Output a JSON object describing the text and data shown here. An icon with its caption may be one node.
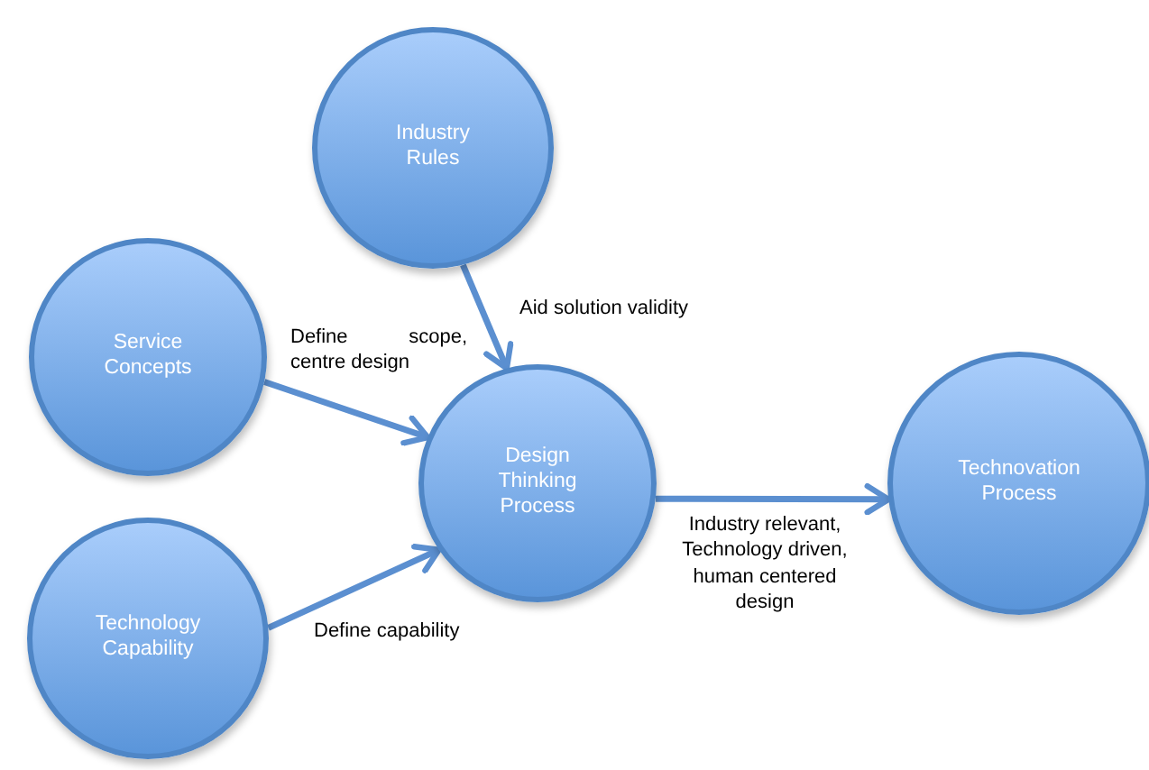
{
  "diagram": {
    "nodes": [
      {
        "text": [
          "Industry Rules"
        ]
      },
      {
        "text": [
          "Service Concepts"
        ]
      },
      {
        "text": [
          "Design Thinking Process"
        ]
      },
      {
        "text": [
          "Technology Capability"
        ]
      },
      {
        "text": [
          "Technovation Process"
        ]
      }
    ],
    "edges": [
      {
        "from": 0,
        "to": 2,
        "arrow": "to",
        "label": "Aid solution validity"
      },
      {
        "from": 1,
        "to": 2,
        "arrow": "to",
        "label": "Define scope, centre design"
      },
      {
        "from": 3,
        "to": 2,
        "arrow": "to",
        "label": "Define capability"
      },
      {
        "from": 2,
        "to": 4,
        "arrow": "to",
        "label": "Industry relevant, Technology driven, human centered design"
      }
    ]
  }
}
